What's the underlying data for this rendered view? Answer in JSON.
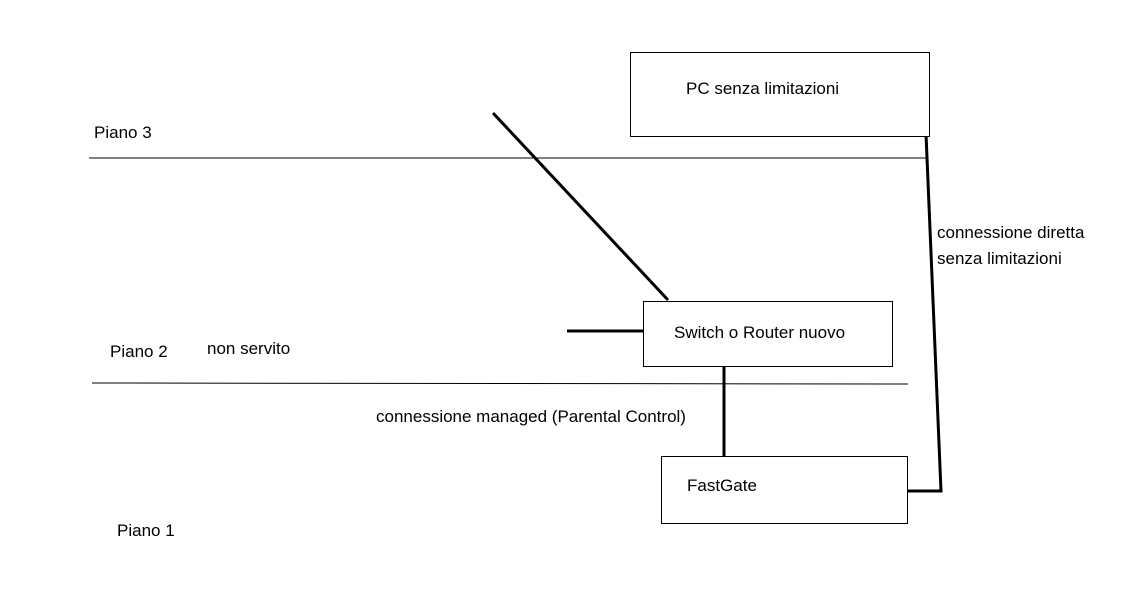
{
  "floors": {
    "piano3": "Piano 3",
    "piano2": "Piano 2",
    "piano1": "Piano 1",
    "piano2_note": "non servito"
  },
  "nodes": {
    "pc": "PC senza limitazioni",
    "switch": "Switch o Router nuovo",
    "fastgate": "FastGate"
  },
  "connections": {
    "direct_line1": "connessione diretta",
    "direct_line2": "senza limitazioni",
    "managed": "connessione managed (Parental Control)"
  }
}
